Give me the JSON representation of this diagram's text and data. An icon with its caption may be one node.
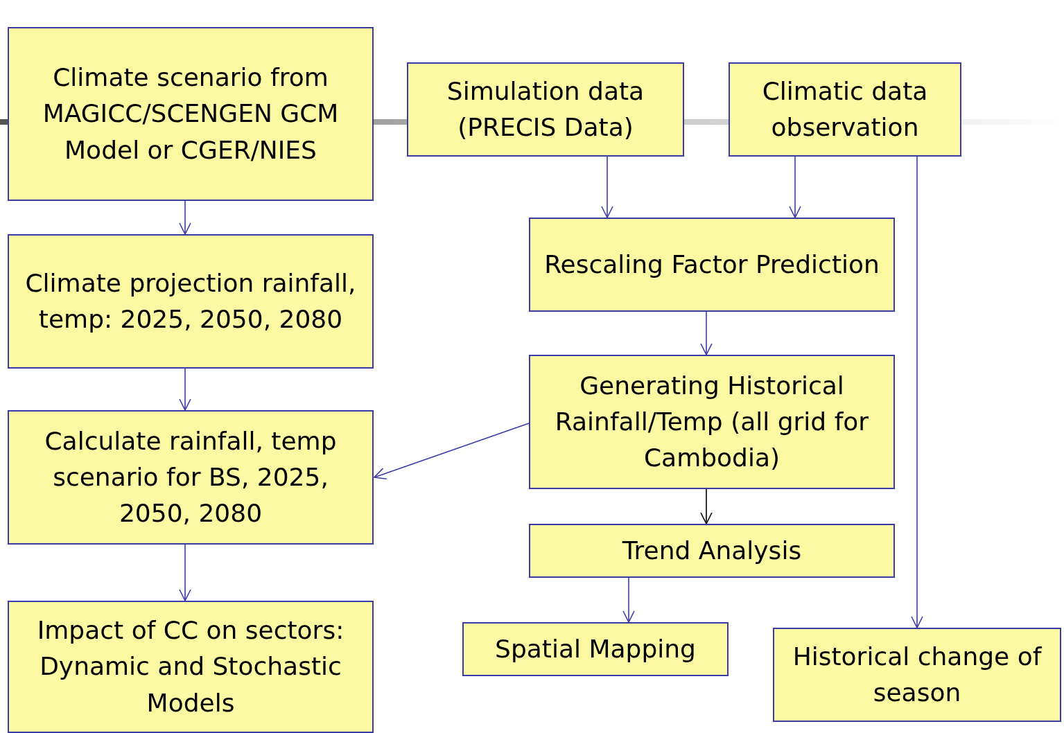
{
  "diagram": {
    "nodes": [
      {
        "text": [
          "Climate scenario from MAGICC/SCENGEN GCM Model or CGER/NIES"
        ]
      },
      {
        "text": [
          "Climate projection rainfall, temp: 2025, 2050, 2080"
        ]
      },
      {
        "text": [
          "Calculate rainfall, temp scenario for BS, 2025, 2050, 2080"
        ]
      },
      {
        "text": [
          "Impact of CC on sectors: Dynamic and Stochastic Models"
        ]
      },
      {
        "text": [
          "Simulation data (PRECIS Data)"
        ]
      },
      {
        "text": [
          "Climatic data observation"
        ]
      },
      {
        "text": [
          "Rescaling Factor Prediction"
        ]
      },
      {
        "text": [
          "Generating Historical Rainfall/Temp (all grid for Cambodia)"
        ]
      },
      {
        "text": [
          "Trend Analysis"
        ]
      },
      {
        "text": [
          "Spatial Mapping"
        ]
      },
      {
        "text": [
          "Historical change of season"
        ]
      }
    ],
    "edges": [
      {
        "from": 0,
        "to": 1,
        "arrow": "to"
      },
      {
        "from": 1,
        "to": 2,
        "arrow": "to"
      },
      {
        "from": 2,
        "to": 3,
        "arrow": "to"
      },
      {
        "from": 4,
        "to": 6,
        "arrow": "to"
      },
      {
        "from": 5,
        "to": 6,
        "arrow": "to"
      },
      {
        "from": 6,
        "to": 7,
        "arrow": "to"
      },
      {
        "from": 7,
        "to": 2,
        "arrow": "to"
      },
      {
        "from": 7,
        "to": 8,
        "arrow": "to",
        "color": "#000000"
      },
      {
        "from": 8,
        "to": 9,
        "arrow": "to"
      },
      {
        "from": 5,
        "to": 10,
        "arrow": "to"
      }
    ]
  }
}
